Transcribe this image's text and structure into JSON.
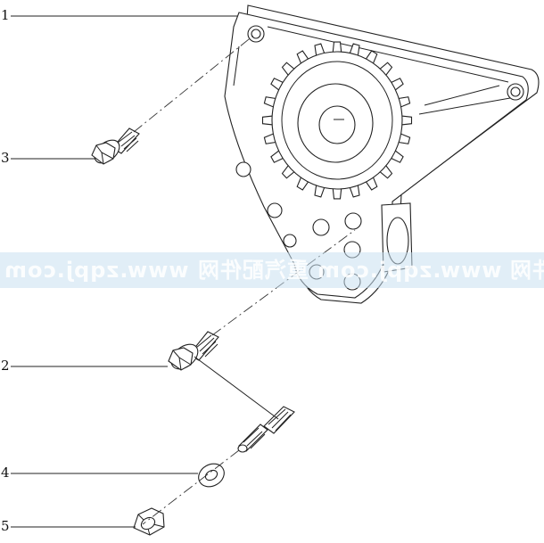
{
  "callouts": [
    {
      "id": "1",
      "label": "1"
    },
    {
      "id": "2",
      "label": "2"
    },
    {
      "id": "3",
      "label": "3"
    },
    {
      "id": "4",
      "label": "4"
    },
    {
      "id": "5",
      "label": "5"
    }
  ],
  "watermark": {
    "segments": [
      "重汽配件网",
      "www.zqpj.com",
      "重汽配件网",
      "www.zqpj.com"
    ]
  }
}
